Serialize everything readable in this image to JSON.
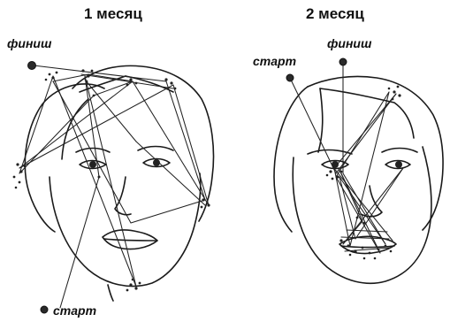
{
  "panels": [
    {
      "title": "1 месяц",
      "start_label": "старт",
      "finish_label": "финиш"
    },
    {
      "title": "2 месяц",
      "start_label": "старт",
      "finish_label": "финиш"
    }
  ]
}
